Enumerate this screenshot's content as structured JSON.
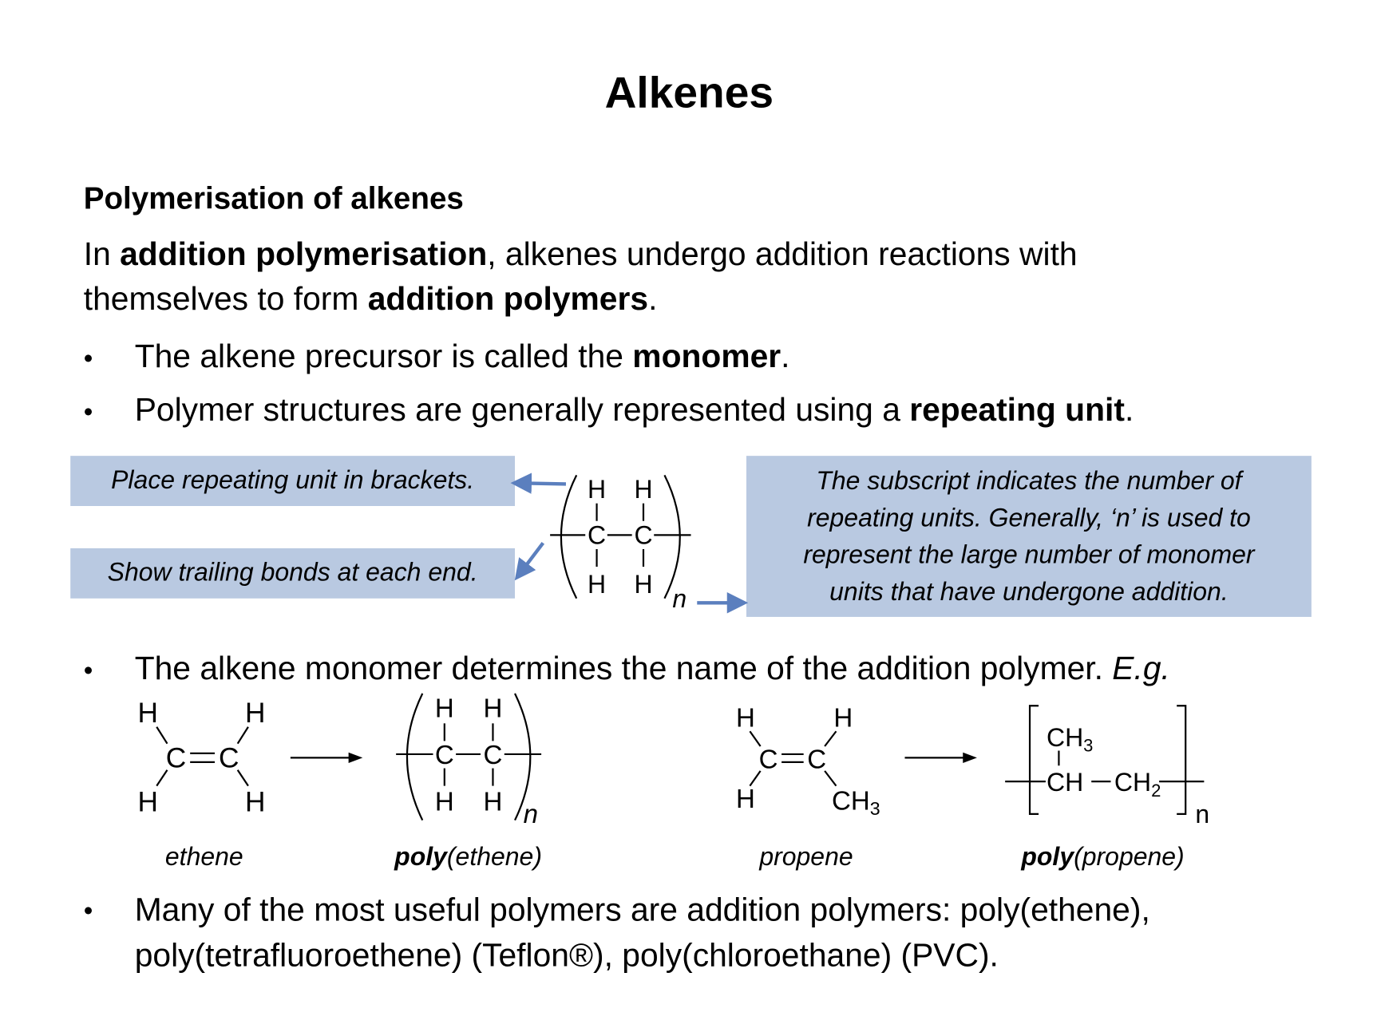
{
  "title": "Alkenes",
  "section_heading": "Polymerisation of alkenes",
  "intro": {
    "p1": "In ",
    "b1": "addition polymerisation",
    "p2": ", alkenes undergo addition reactions with",
    "p3": "themselves to form ",
    "b2": "addition polymers",
    "p4": "."
  },
  "bullets": [
    {
      "symbol": "•",
      "t1": "The alkene precursor is called the ",
      "b": "monomer",
      "t2": "."
    },
    {
      "symbol": "•",
      "t1": "Polymer structures are generally represented using a ",
      "b": "repeating unit",
      "t2": "."
    },
    {
      "symbol": "•",
      "t1": "The alkene monomer determines the name of the addition polymer. ",
      "i": "E.g."
    },
    {
      "symbol": "•",
      "line1": "Many of the most useful polymers are addition polymers: poly(ethene),",
      "line2": "poly(tetrafluoroethene) (Teflon®), poly(chloroethane) (PVC)."
    }
  ],
  "callouts": {
    "brackets": "Place repeating unit in brackets.",
    "trailing": "Show trailing bonds at each end.",
    "subscript": [
      "The subscript indicates the number of",
      "repeating units. Generally, ‘n’ is used to",
      "represent the large number of monomer",
      "units that have undergone addition."
    ]
  },
  "atoms": {
    "H": "H",
    "C": "C",
    "CH": "CH",
    "CH3": "CH",
    "CH2": "CH",
    "sub3": "3",
    "sub2": "2",
    "n": "n"
  },
  "examples": {
    "ethene": "ethene",
    "poly_ethene_bold": "poly",
    "poly_ethene_rest": "(ethene)",
    "propene": "propene",
    "poly_propene_bold": "poly",
    "poly_propene_rest": "(propene)"
  },
  "colors": {
    "callout_bg": "#b9c9e1",
    "arrow": "#5b7fbe"
  }
}
